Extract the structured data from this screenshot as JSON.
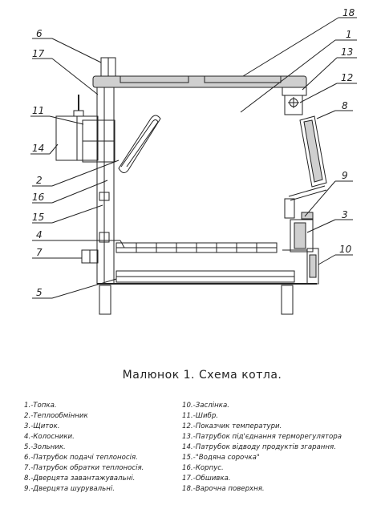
{
  "figure": {
    "caption": "Малюнок 1. Схема котла."
  },
  "callouts": [
    {
      "number": "18"
    },
    {
      "number": "1"
    },
    {
      "number": "6"
    },
    {
      "number": "17"
    },
    {
      "number": "13"
    },
    {
      "number": "12"
    },
    {
      "number": "8"
    },
    {
      "number": "11"
    },
    {
      "number": "14"
    },
    {
      "number": "2"
    },
    {
      "number": "16"
    },
    {
      "number": "9"
    },
    {
      "number": "15"
    },
    {
      "number": "3"
    },
    {
      "number": "4"
    },
    {
      "number": "10"
    },
    {
      "number": "7"
    },
    {
      "number": "5"
    }
  ],
  "legend_left": [
    "1.-Топка.",
    "2.-Теплообмінник",
    "3.-Щиток.",
    "4.-Колосники.",
    "5.-Зольник.",
    "6.-Патрубок подачі теплоносія.",
    "7.-Патрубок обратки теплоносія.",
    "8.-Дверцята завантажувальні.",
    "9.-Дверцята шурувальні."
  ],
  "legend_right": [
    "10.-Заслінка.",
    "11.-Шибр.",
    "12.-Показчик температури.",
    "13.-Патрубок під'єднання терморегулятора",
    "14.-Патрубок відводу продуктів згарання.",
    "15.-\"Водяна сорочка\"",
    "16.-Корпус.",
    "17.-Обшивка.",
    "18.-Варочна поверхня."
  ]
}
